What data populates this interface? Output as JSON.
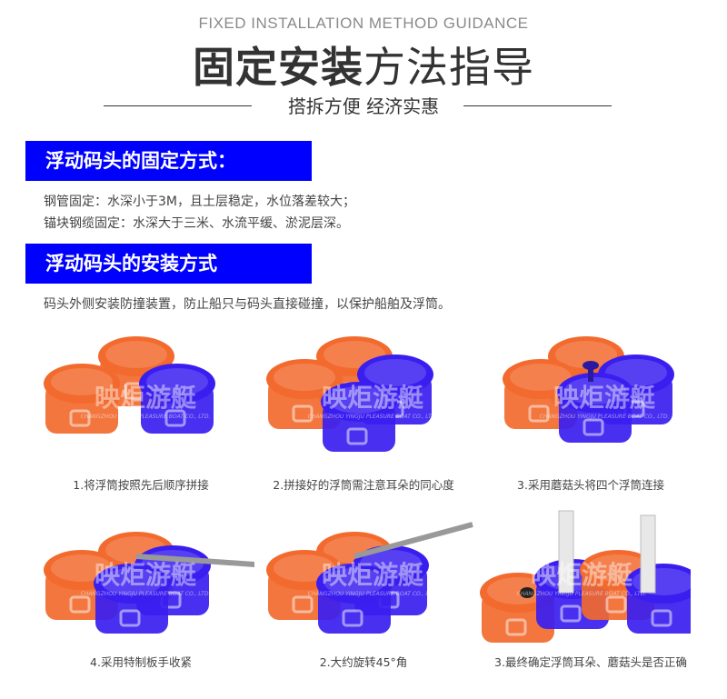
{
  "header": {
    "en_title": "FIXED INSTALLATION METHOD GUIDANCE",
    "title_bold": "固定安装",
    "title_light": "方法指导",
    "subtitle": "搭拆方便 经济实惠"
  },
  "section1": {
    "heading": "浮动码头的固定方式：",
    "lines": [
      "钢管固定：水深小于3M，且土层稳定，水位落差较大；",
      "锚块钢缆固定：水深大于三米、水流平缓、淤泥层深。"
    ]
  },
  "section2": {
    "heading": "浮动码头的安装方式",
    "text": "码头外侧安装防撞装置，防止船只与码头直接碰撞，以保护船舶及浮筒。"
  },
  "watermark": {
    "brand": "映炬游艇",
    "company": "CHANGZHOU YINGJU PLEASURE BOAT CO., LTD."
  },
  "steps": [
    {
      "caption": "1.将浮筒按照先后顺序拼接"
    },
    {
      "caption": "2.拼接好的浮筒需注意耳朵的同心度"
    },
    {
      "caption": "3.采用蘑菇头将四个浮筒连接"
    },
    {
      "caption": "4.采用特制板手收紧"
    },
    {
      "caption": "2.大约旋转45°角"
    },
    {
      "caption": "3.最终确定浮筒耳朵、蘑菇头是否正确"
    }
  ],
  "colors": {
    "banner": "#0000ff",
    "orange": "#f26a2e",
    "blue": "#3a1ef0"
  }
}
